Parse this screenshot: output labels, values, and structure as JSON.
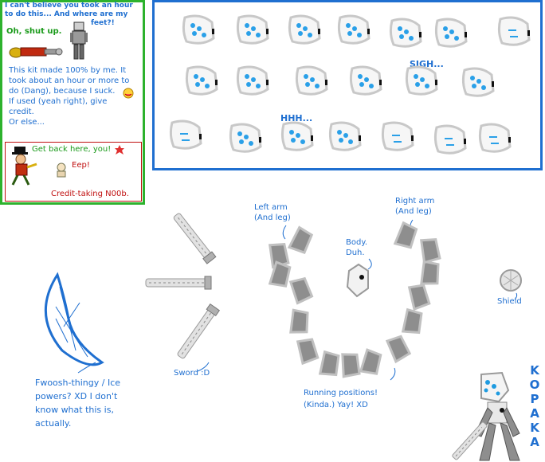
{
  "info": {
    "comic_line1": "I can't believe you took an hour",
    "comic_line2": "to do this... And where are my",
    "comic_line3": "feet?!",
    "shut_up": "Oh, shut up.",
    "desc": [
      "This kit made 100% by me. It",
      "took about an hour or more to",
      "do (Dang), because I suck.",
      "If used (yeah right), give",
      "credit.",
      "Or else..."
    ],
    "get_back": "Get back here, you!",
    "eep": "Eep!",
    "noob": "Credit-taking N00b."
  },
  "faces": {
    "sigh": "SIGH...",
    "hhh": "HHH..."
  },
  "labels": {
    "left_arm": [
      "Left arm",
      "(And leg)"
    ],
    "right_arm": [
      "Right arm",
      "(And leg)"
    ],
    "body": [
      "Body.",
      "Duh."
    ],
    "shield": "Shield",
    "sword": "Sword :D",
    "fwoosh": [
      "Fwoosh-thingy / Ice",
      "powers? XD I don't",
      "know what this is,",
      "actually."
    ],
    "running": [
      "Running positions!",
      "(Kinda.) Yay! XD"
    ],
    "signature": "KOPAKA"
  },
  "colors": {
    "accent_blue": "#1f6fd0",
    "green": "#2db22d",
    "red": "#c01010",
    "mask_gray": "#c8c8c8",
    "limb_gray": "#8e8e8e"
  }
}
